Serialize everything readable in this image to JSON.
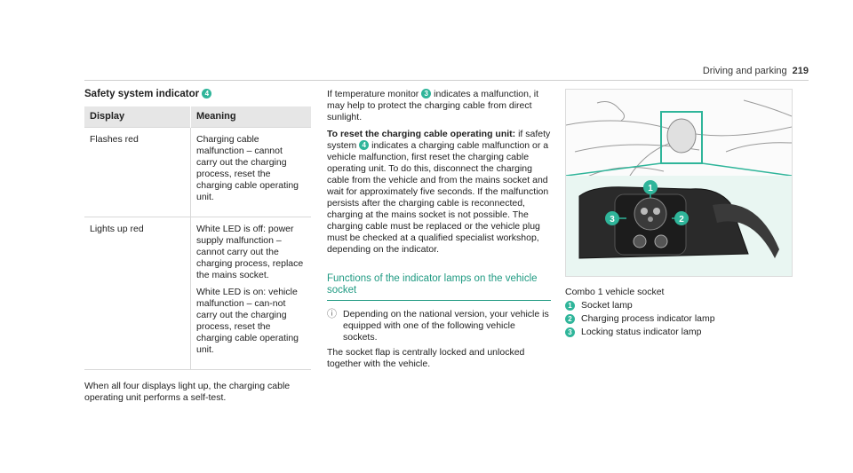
{
  "header": {
    "title": "Driving and parking",
    "page": "219"
  },
  "col1": {
    "heading": "Safety system indicator",
    "heading_num": "4",
    "table": {
      "headers": [
        "Display",
        "Meaning"
      ],
      "rows": [
        {
          "display": "Flashes red",
          "meaning": [
            "Charging cable malfunction – cannot carry out the charging process, reset the charging cable operating unit."
          ]
        },
        {
          "display": "Lights up red",
          "meaning": [
            "White LED is off: power supply malfunction – cannot carry out the charging process, replace the mains socket.",
            "White LED is on: vehicle malfunction – can‐not carry out the charging process, reset the charging cable operating unit."
          ]
        }
      ]
    },
    "after": "When all four displays light up, the charging cable operating unit performs a self-test."
  },
  "col2": {
    "p1_a": "If temperature monitor",
    "p1_num": "3",
    "p1_b": "indicates a malfunction, it may help to protect the charging cable from direct sunlight.",
    "p2_bold": "To reset the charging cable operating unit:",
    "p2_a": "if safety system",
    "p2_num": "4",
    "p2_b": "indicates a charging cable malfunction or a vehicle malfunction, first reset the charging cable operating unit. To do this, disconnect the charging cable from the vehicle and from the mains socket and wait for approximately five seconds. If the malfunction persists after the charging cable is reconnected, charging at the mains socket is not possible. The charging cable must be replaced or the vehicle plug must be checked at a qualified specialist workshop, depending on the indicator.",
    "section_title": "Functions of the indicator lamps on the vehicle socket",
    "note_icon": "info-note-icon",
    "note": "Depending on the national version, your vehicle is equipped with one of the following vehicle sockets.",
    "p3": "The socket flap is centrally locked and unlocked together with the vehicle."
  },
  "col3": {
    "caption": "Combo 1 vehicle socket",
    "legend": [
      {
        "num": "1",
        "label": "Socket lamp"
      },
      {
        "num": "2",
        "label": "Charging process indicator lamp"
      },
      {
        "num": "3",
        "label": "Locking status indicator lamp"
      }
    ],
    "figure_callouts": [
      "1",
      "2",
      "3"
    ],
    "accent_color": "#2fb59a"
  }
}
